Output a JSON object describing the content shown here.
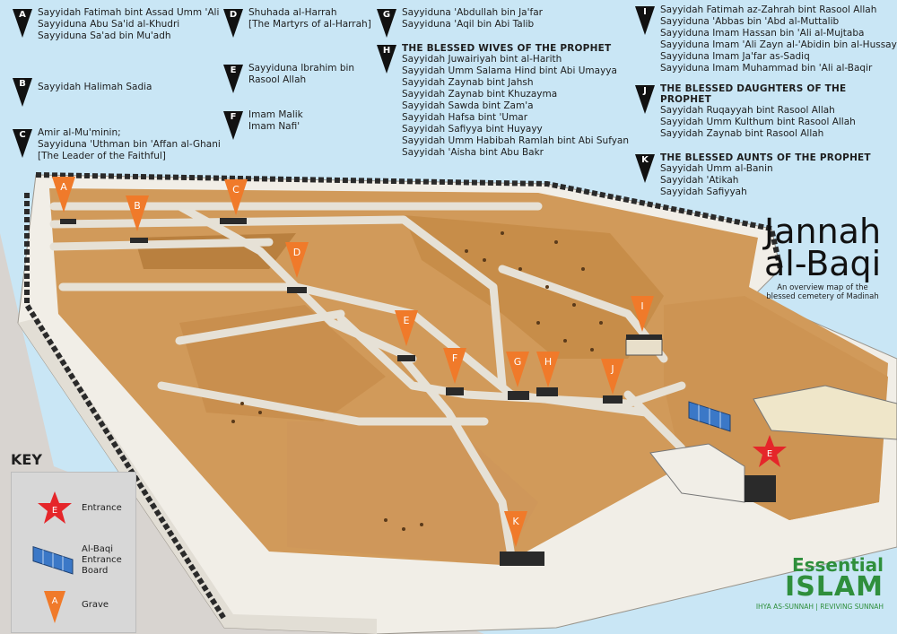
{
  "legend": {
    "col1": [
      {
        "letter": "A",
        "lines": [
          "Sayyidah Fatimah bint Assad Umm 'Ali",
          "Sayyiduna Abu Sa'id al-Khudri",
          "Sayyiduna Sa'ad bin Mu'adh"
        ]
      },
      {
        "letter": "B",
        "lines": [
          "Sayyidah Halimah Sadia"
        ]
      },
      {
        "letter": "C",
        "lines": [
          "Amir al-Mu'minin;",
          "Sayyiduna 'Uthman bin 'Affan al-Ghani",
          "[The Leader of the Faithful]"
        ]
      }
    ],
    "col2": [
      {
        "letter": "D",
        "lines": [
          "Shuhada al-Harrah",
          "[The Martyrs of al-Harrah]"
        ]
      },
      {
        "letter": "E",
        "lines": [
          "Sayyiduna Ibrahim bin",
          "Rasool Allah"
        ]
      },
      {
        "letter": "F",
        "lines": [
          "Imam Malik",
          "Imam Nafi'"
        ]
      }
    ],
    "col3": [
      {
        "letter": "G",
        "lines": [
          "Sayyiduna 'Abdullah bin Ja'far",
          "Sayyiduna 'Aqil bin Abi Talib"
        ]
      },
      {
        "letter": "H",
        "title": "THE BLESSED WIVES OF THE PROPHET",
        "lines": [
          "Sayyidah Juwairiyah bint al-Harith",
          "Sayyidah Umm Salama Hind bint Abi Umayya",
          "Sayyidah Zaynab bint Jahsh",
          "Sayyidah Zaynab bint Khuzayma",
          "Sayyidah Sawda bint Zam'a",
          "Sayyidah Hafsa bint 'Umar",
          "Sayyidah Safiyya bint Huyayy",
          "Sayyidah Umm Habibah Ramlah bint Abi Sufyan",
          "Sayyidah 'Aisha bint Abu Bakr"
        ]
      }
    ],
    "col4": [
      {
        "letter": "I",
        "lines": [
          "Sayyidah Fatimah az-Zahrah bint Rasool Allah",
          "Sayyiduna 'Abbas bin 'Abd al-Muttalib",
          "Sayyiduna Imam Hassan bin 'Ali al-Mujtaba",
          "Sayyiduna Imam 'Ali Zayn al-'Abidin bin al-Hussayn",
          "Sayyiduna Imam Ja'far as-Sadiq",
          "Sayyiduna Imam Muhammad bin 'Ali al-Baqir"
        ]
      },
      {
        "letter": "J",
        "title": "THE BLESSED DAUGHTERS OF THE PROPHET",
        "lines": [
          "Sayyidah Ruqayyah bint Rasool Allah",
          "Sayyidah Umm Kulthum bint Rasool Allah",
          "Sayyidah Zaynab bint Rasool Allah"
        ]
      },
      {
        "letter": "K",
        "title": "THE BLESSED AUNTS OF THE PROPHET",
        "lines": [
          "Sayyidah Umm al-Banin",
          "Sayyidah 'Atikah",
          "Sayyidah Safiyyah"
        ]
      }
    ]
  },
  "title": {
    "line1": "Jannah",
    "line2": "al-Baqi",
    "subtitle1": "An overview map of the",
    "subtitle2": "blessed cemetery of Madinah"
  },
  "markers": [
    "A",
    "B",
    "C",
    "D",
    "E",
    "F",
    "G",
    "H",
    "I",
    "J",
    "K"
  ],
  "entrance_letter": "E",
  "key": {
    "title": "KEY",
    "entrance": "Entrance",
    "board1": "Al-Baqi",
    "board2": "Entrance",
    "board3": "Board",
    "grave": "Grave",
    "sample_letter": "A",
    "entrance_letter": "E"
  },
  "brand": {
    "line1": "Essential",
    "line2": "ISLAM",
    "tagline": "IHYA AS-SUNNAH | REVIVING SUNNAH"
  },
  "colors": {
    "sky": "#c9e6f5",
    "ground": "#d19a5a",
    "path": "#e6e1d6",
    "wall": "#f1eee7",
    "marker": "#f07a2a",
    "entrance": "#e5262a",
    "board": "#3b78c7",
    "brand": "#2f8f3c"
  }
}
